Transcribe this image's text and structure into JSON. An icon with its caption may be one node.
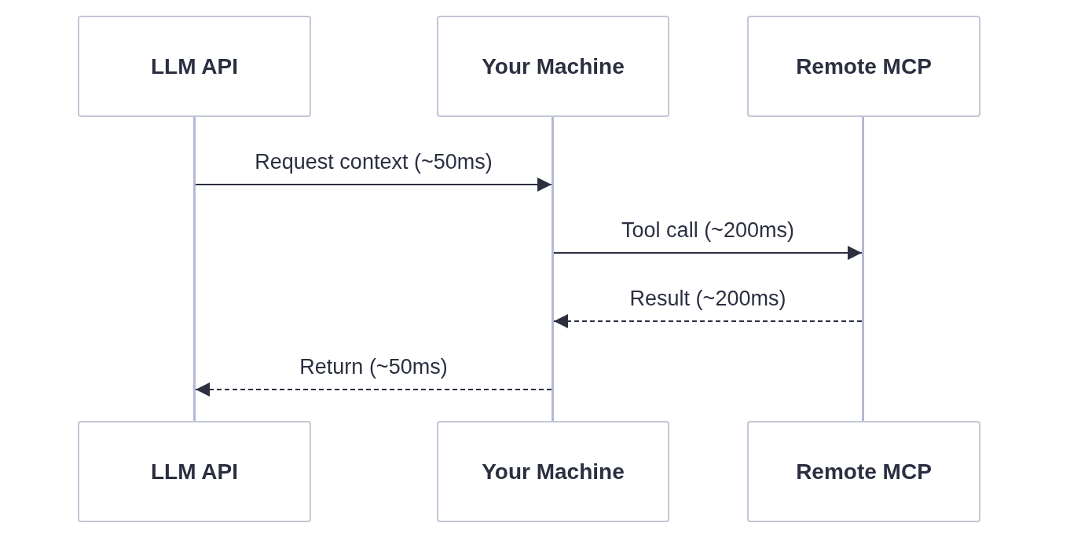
{
  "diagram": {
    "nodes": [
      {
        "text": [
          "LLM API"
        ]
      },
      {
        "text": [
          "Your Machine"
        ]
      },
      {
        "text": [
          "Remote MCP"
        ]
      },
      {
        "text": [
          "LLM API"
        ]
      },
      {
        "text": [
          "Your Machine"
        ]
      },
      {
        "text": [
          "Remote MCP"
        ]
      },
      {
        "text": [],
        "shape": "bar"
      },
      {
        "text": [],
        "shape": "bar"
      },
      {
        "text": [],
        "shape": "bar"
      }
    ],
    "edges": [
      {
        "from": 6,
        "to": 7,
        "arrow": "to",
        "label": "Request context (~50ms)"
      },
      {
        "from": 7,
        "to": 8,
        "arrow": "to",
        "label": "Tool call (~200ms)"
      },
      {
        "from": 8,
        "to": 7,
        "arrow": "to",
        "label": "Result (~200ms)",
        "style": "dashed"
      },
      {
        "from": 7,
        "to": 6,
        "arrow": "to",
        "label": "Return (~50ms)",
        "style": "dashed"
      }
    ]
  }
}
